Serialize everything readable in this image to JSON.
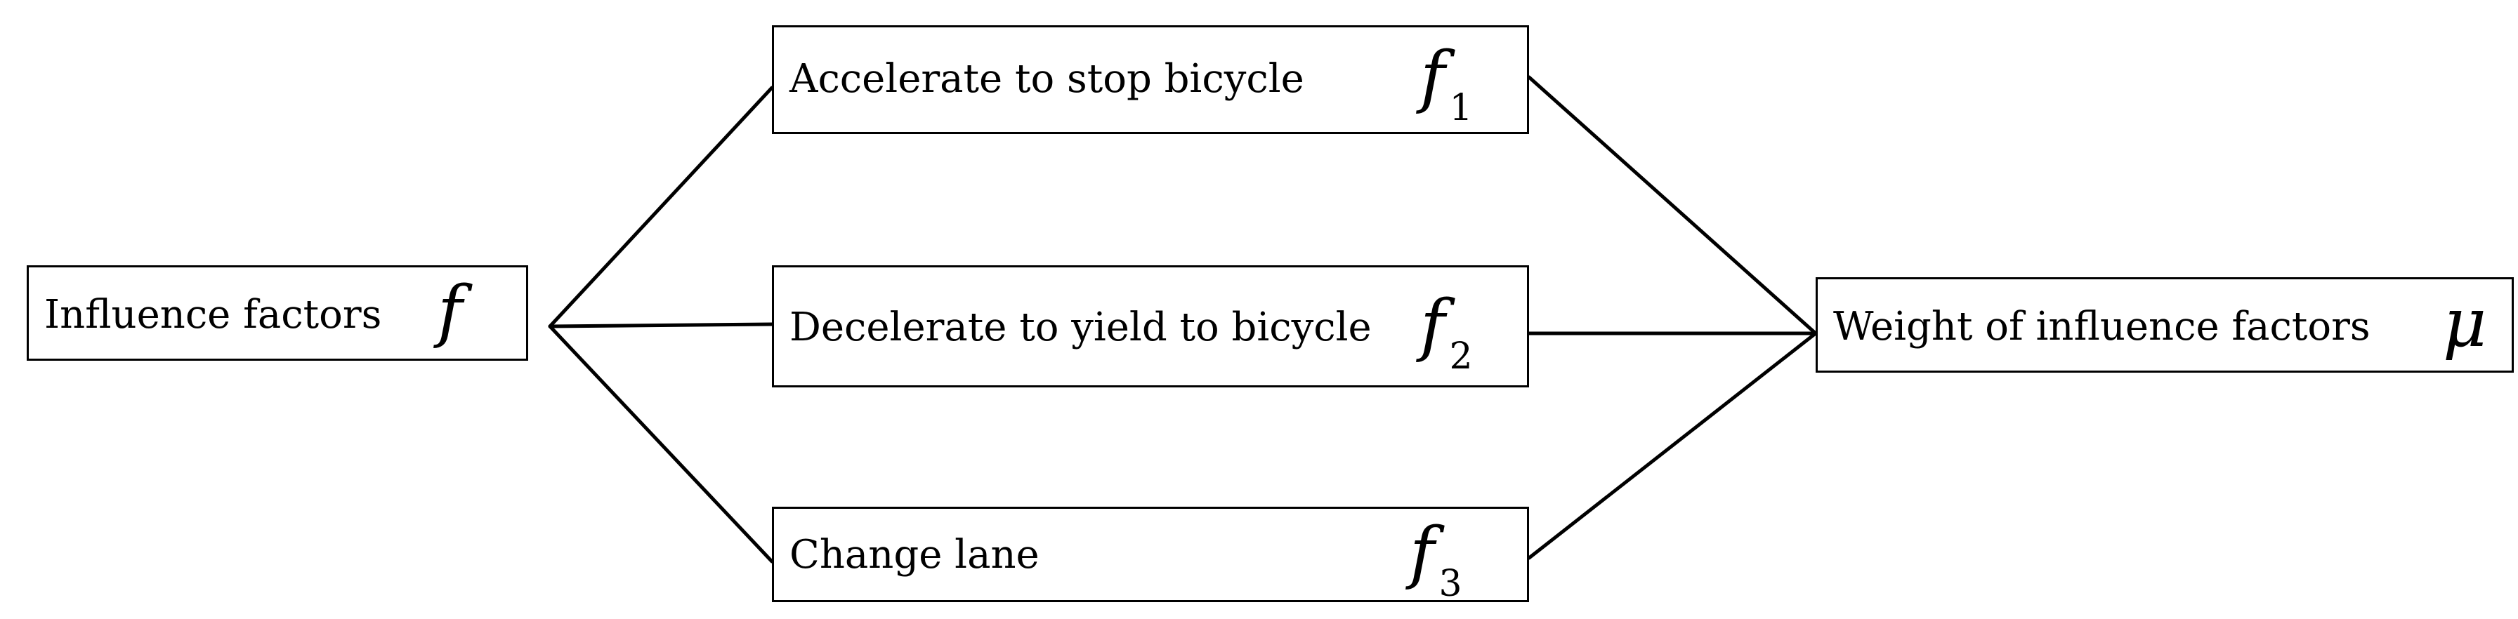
{
  "diagram": {
    "source": {
      "label": "Influence factors",
      "symbol": "f"
    },
    "options": [
      {
        "label": "Accelerate to stop bicycle",
        "symbol": "f",
        "subscript": "1"
      },
      {
        "label": "Decelerate to yield to bicycle",
        "symbol": "f",
        "subscript": "2"
      },
      {
        "label": "Change lane",
        "symbol": "f",
        "subscript": "3"
      }
    ],
    "target": {
      "label": "Weight of influence factors",
      "symbol": "μ"
    }
  }
}
